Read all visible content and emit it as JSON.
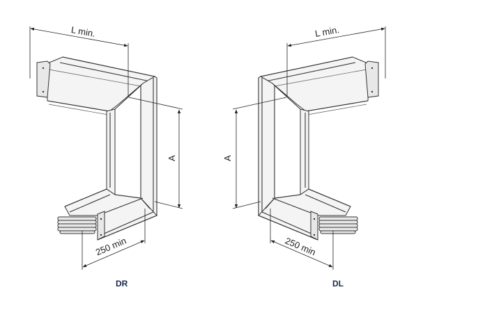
{
  "diagram": {
    "left": {
      "code": "DR",
      "dim_length": "L min.",
      "dim_height": "A",
      "dim_width": "250 min"
    },
    "right": {
      "code": "DL",
      "dim_length": "L min.",
      "dim_height": "A",
      "dim_width": "250 min"
    }
  }
}
